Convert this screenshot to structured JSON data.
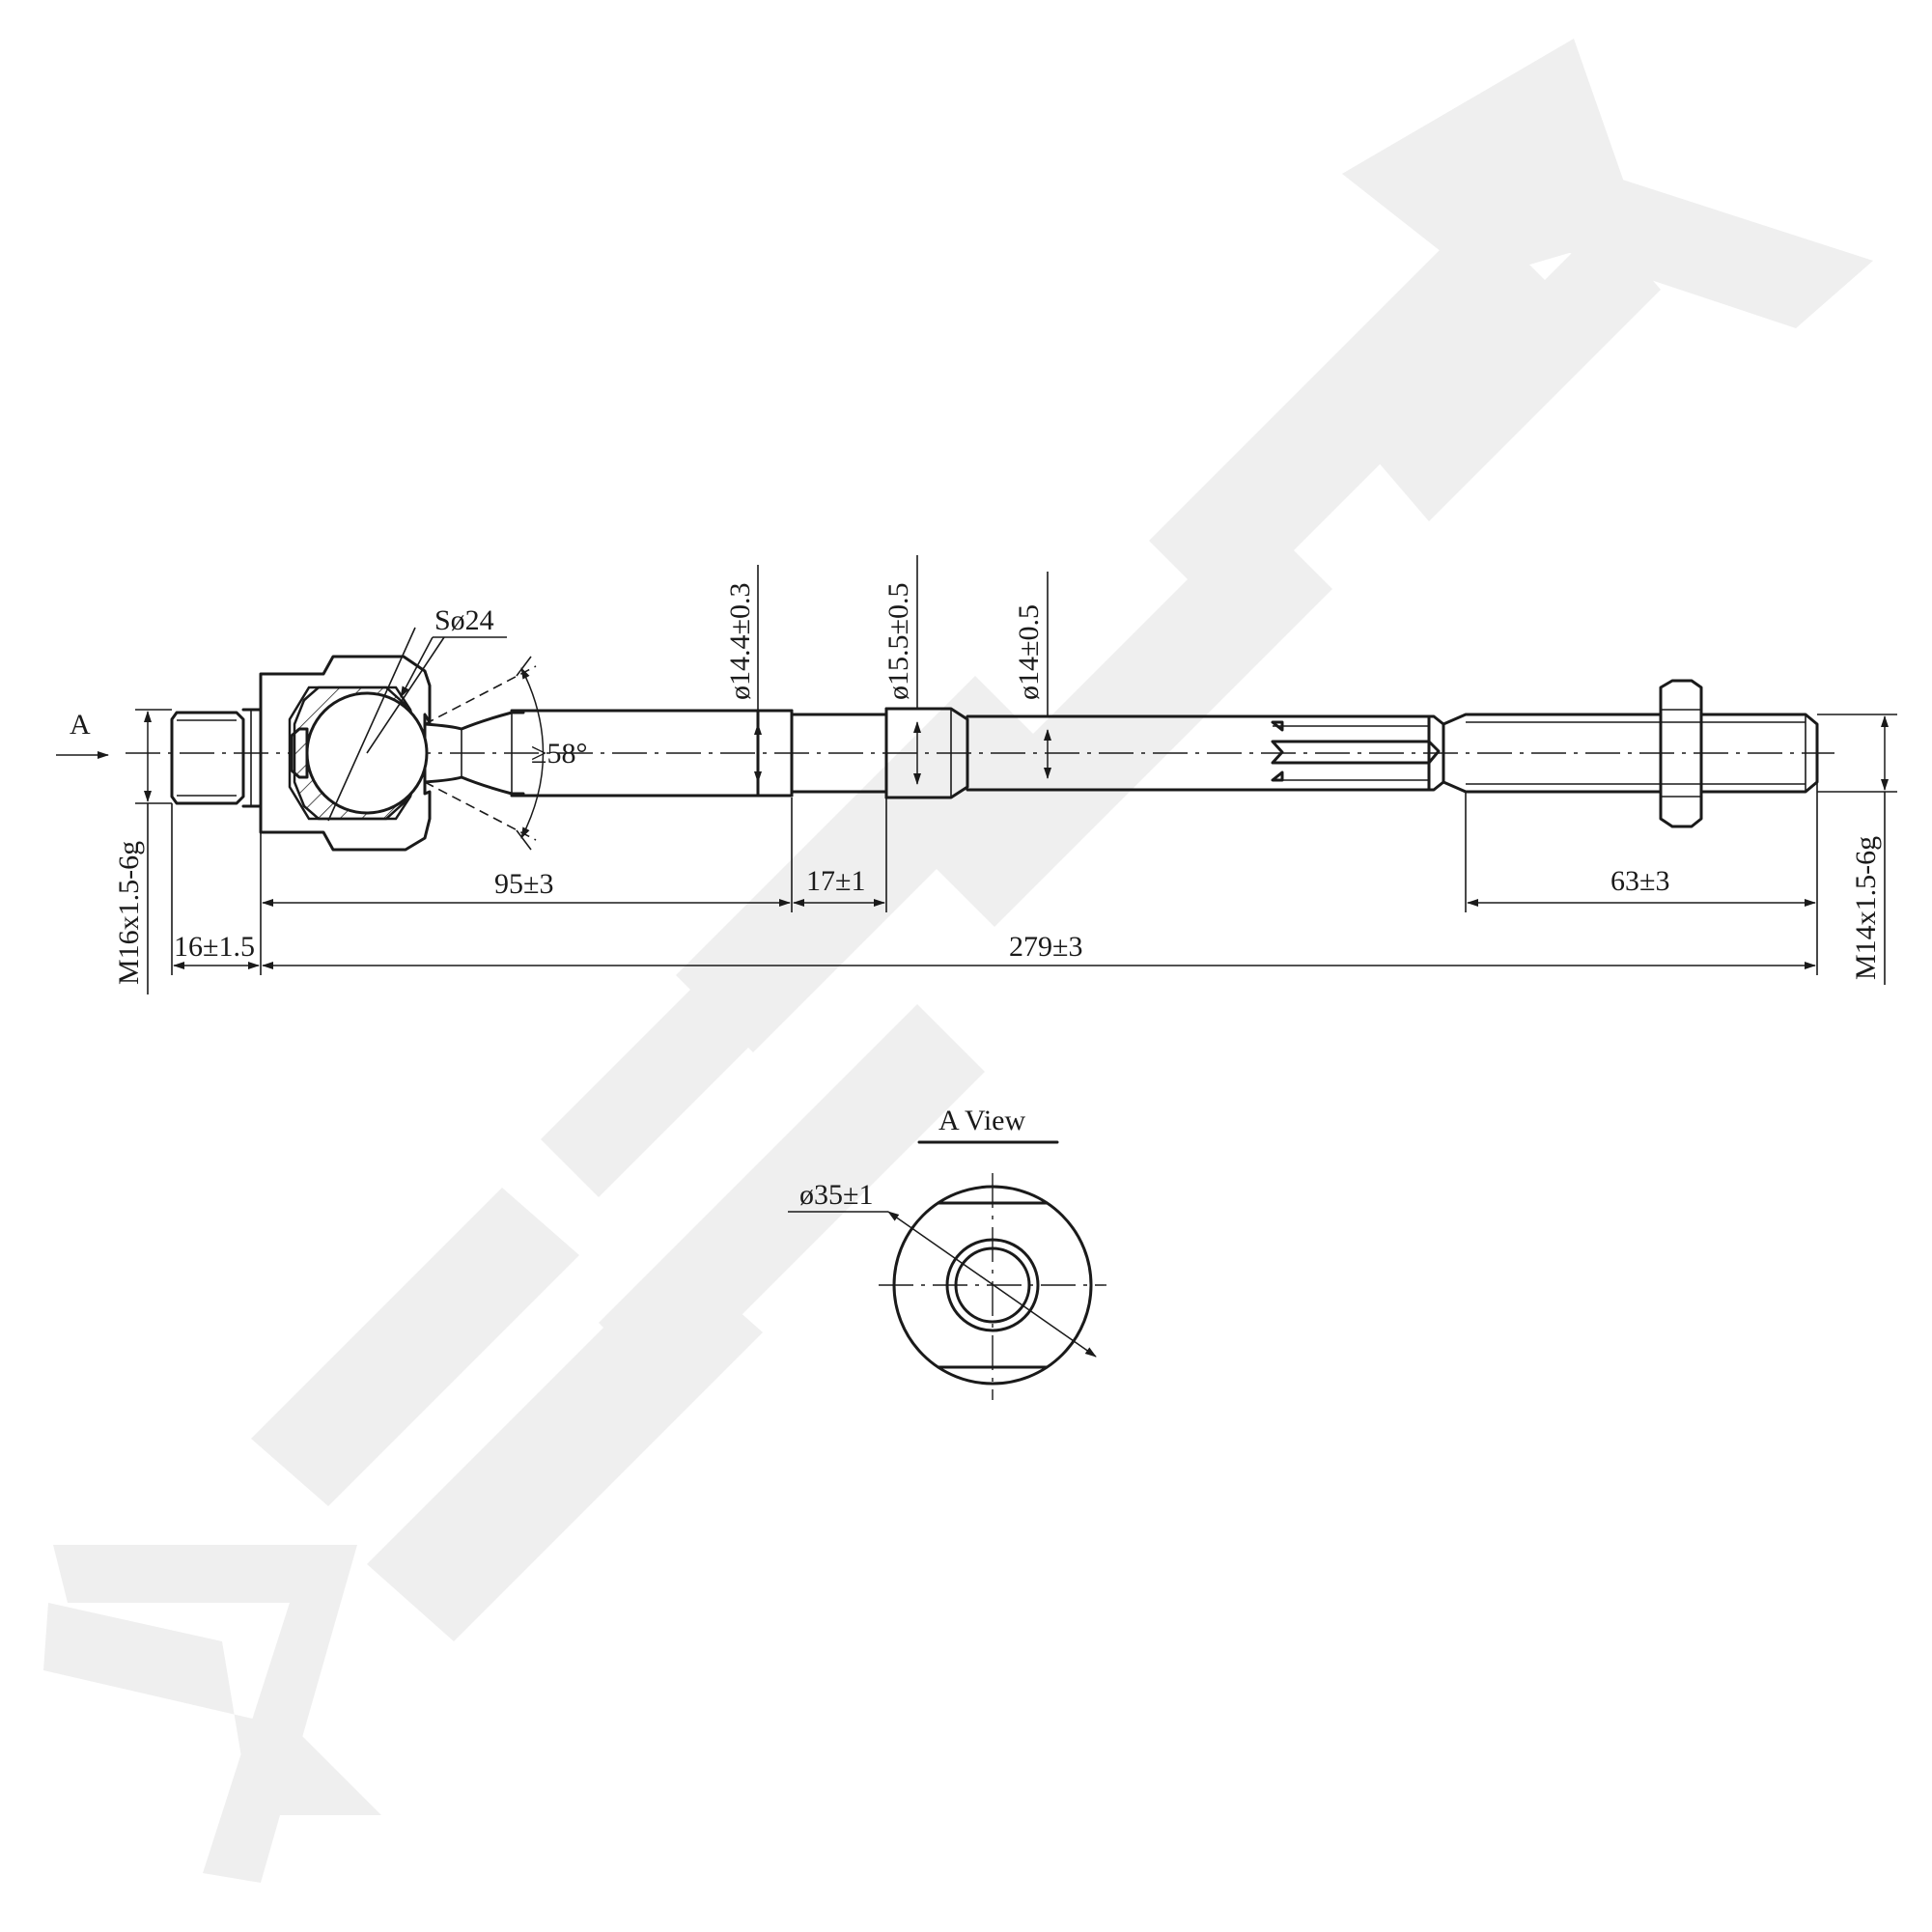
{
  "view_marker": "A",
  "view_title": "A View",
  "watermark_text": "ZENNEK",
  "dimensions": {
    "sphere": "Sø24",
    "angle": "≥58°",
    "dia_1": "ø14.4±0.3",
    "dia_2": "ø15.5±0.5",
    "dia_3": "ø14±0.5",
    "len_95": "95±3",
    "len_17": "17±1",
    "len_63": "63±3",
    "len_16": "16±1.5",
    "len_279": "279±3",
    "thread_left": "M16x1.5-6g",
    "thread_right": "M14x1.5-6g",
    "view_dia": "ø35±1"
  }
}
